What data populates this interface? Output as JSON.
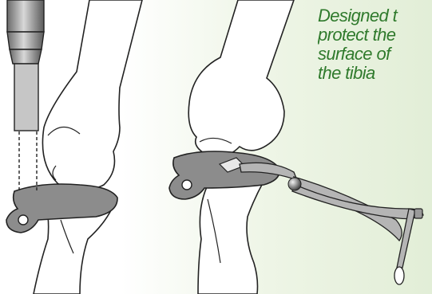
{
  "caption": {
    "lines": [
      "Designed t",
      "protect the",
      "surface of",
      "the tibia"
    ]
  },
  "colors": {
    "caption_text": "#2f7a2c",
    "outline": "#222222",
    "bone_fill": "#ffffff",
    "plate_fill": "#8c8c8c",
    "instrument_fill": "#b5b5b5",
    "background_tint": "#e2eed7"
  },
  "icons": {
    "saw": "oscillating-saw-icon",
    "protector": "tibial-protector-plate-icon",
    "forceps": "forceps-icon"
  }
}
